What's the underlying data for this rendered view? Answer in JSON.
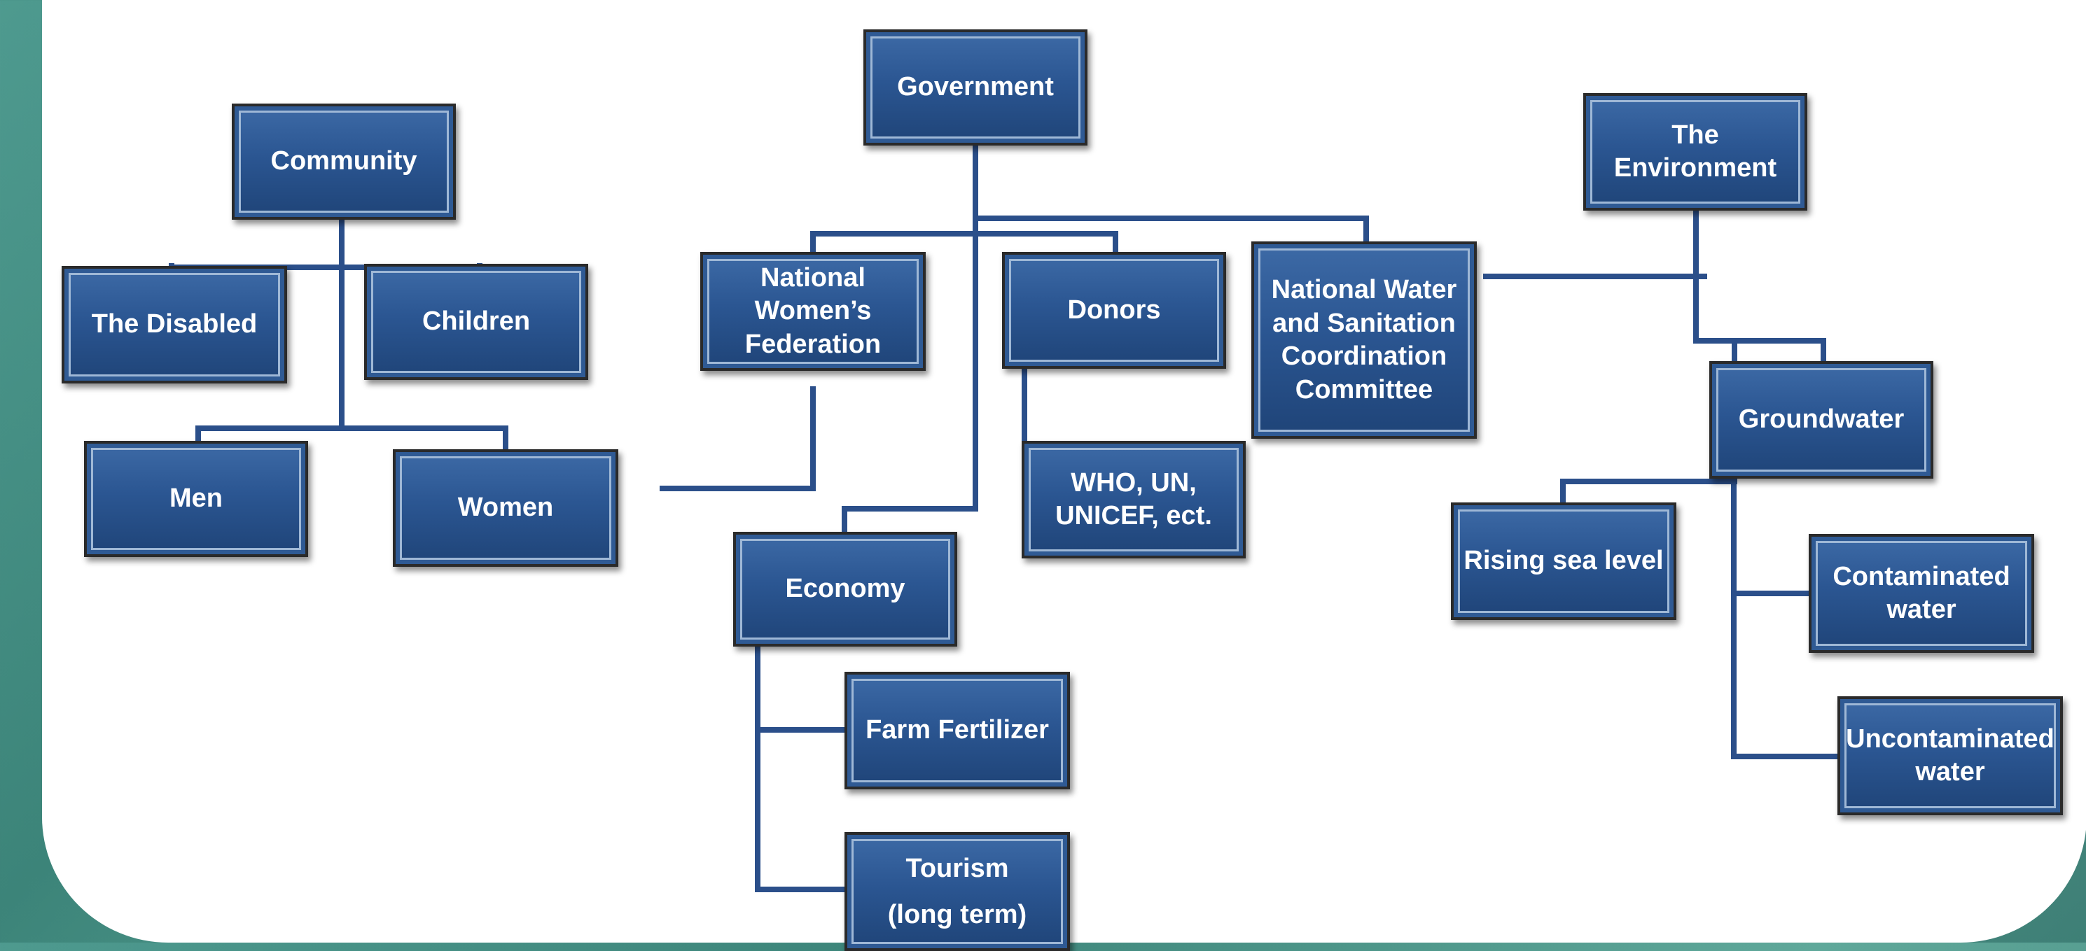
{
  "nodes": {
    "government": "Government",
    "community": "Community",
    "environment": "The Environment",
    "disabled": "The Disabled",
    "children": "Children",
    "men": "Men",
    "women": "Women",
    "nwf": "National\nWomen’s\nFederation",
    "donors": "Donors",
    "nwscc": "National Water\nand Sanitation\nCoordination\nCommittee",
    "who": "WHO, UN,\nUNICEF, ect.",
    "economy": "Economy",
    "farm": "Farm Fertilizer",
    "tourism": "Tourism\n(long term)",
    "groundwater": "Groundwater",
    "sealevel": "Rising sea level",
    "contaminated": "Contaminated\nwater",
    "uncontaminated": "Uncontaminated\nwater"
  },
  "colors": {
    "box": "#2b5692",
    "line": "#2b4f8a"
  }
}
